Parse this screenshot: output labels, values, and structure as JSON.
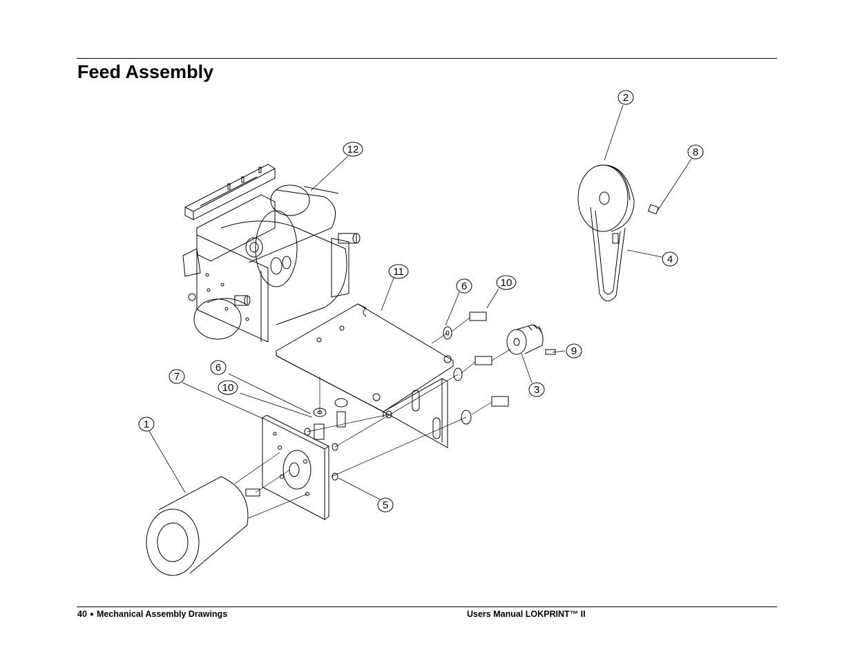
{
  "header": {
    "title": "Feed Assembly"
  },
  "footer": {
    "page_number": "40",
    "section": "Mechanical Assembly Drawings",
    "manual": "Users Manual LOKPRINT™ II"
  },
  "callouts": [
    {
      "id": "c1",
      "label": "1"
    },
    {
      "id": "c2",
      "label": "2"
    },
    {
      "id": "c3",
      "label": "3"
    },
    {
      "id": "c4",
      "label": "4"
    },
    {
      "id": "c5",
      "label": "5"
    },
    {
      "id": "c6a",
      "label": "6"
    },
    {
      "id": "c6b",
      "label": "6"
    },
    {
      "id": "c7",
      "label": "7"
    },
    {
      "id": "c8",
      "label": "8"
    },
    {
      "id": "c9",
      "label": "9"
    },
    {
      "id": "c10a",
      "label": "10"
    },
    {
      "id": "c10b",
      "label": "10"
    },
    {
      "id": "c11",
      "label": "11"
    },
    {
      "id": "c12",
      "label": "12"
    }
  ]
}
